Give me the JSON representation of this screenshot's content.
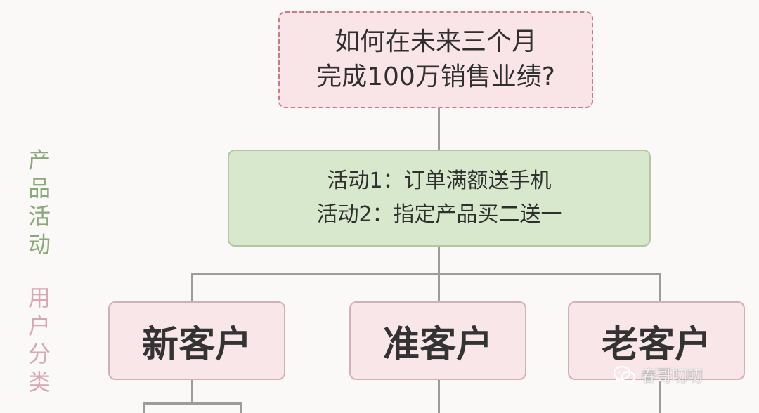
{
  "question": {
    "line1": "如何在未来三个月",
    "line2": "完成100万销售业绩?"
  },
  "activities": {
    "line1": "活动1：订单满额送手机",
    "line2": "活动2：指定产品买二送一"
  },
  "customers": [
    "新客户",
    "准客户",
    "老客户"
  ],
  "side_labels": {
    "product": {
      "text": [
        "产",
        "品",
        "活",
        "动"
      ],
      "color": "#8aa878"
    },
    "user": {
      "text": [
        "用",
        "户",
        "分",
        "类"
      ],
      "color": "#d6a7b6"
    }
  },
  "watermark": {
    "text": "春哥叨叨",
    "icon": "wechat-icon"
  }
}
